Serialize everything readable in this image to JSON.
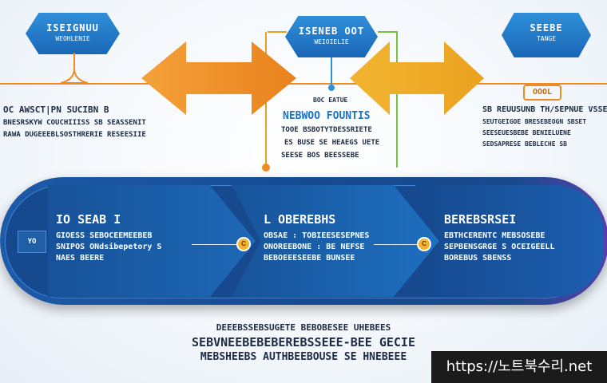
{
  "top_nodes": {
    "left": {
      "title": "ISEIGNUU",
      "sub": "WEOHLENIE"
    },
    "center": {
      "title": "ISENEB OOT",
      "sub": "WEIOIELIE"
    },
    "right": {
      "title": "SEEBE",
      "sub": "TANGE"
    }
  },
  "center_pin_label": "BOC EATUE",
  "left_block": {
    "lines": [
      "OC AWSCT|PN SUCIBN B",
      "BNESRSKYW COUCHIIISS SB SEASSENIT",
      "RAWA DUGEEEBLSOSTHRERIE RESEESIIE"
    ]
  },
  "center_block": {
    "title": "NEBWOO FOUNTIS",
    "lines": [
      "TOOE BSBOTYTDESSRIETE",
      "ES BUSE SE HEAEGS UETE",
      "SEESE BOS BEESSEBE"
    ]
  },
  "right_block": {
    "badge": "OOOL",
    "lines": [
      "SB REUUSUNB TH/SEPNUE VSSE",
      "SEUTGEIGOE BRESEBEOGN SBSET",
      "SEESEUESBEBE BENIELUENE",
      "SEDSAPRESE BEBLECHE SB"
    ]
  },
  "band": {
    "start_label": "YO",
    "segments": [
      {
        "title": "IO SEAB I",
        "lines": [
          "GIOESS SEBOCEEMEEBEB",
          "SNIPOS ONdsibepetory S",
          "NAES BEERE"
        ],
        "marker": "C"
      },
      {
        "title": "L OBEREBHS",
        "lines": [
          "OBSAE : TOBIEESESEPNES",
          "ONOREEBONE : BE NEFSE",
          "BEBOEEESEEBE BUNSEE"
        ],
        "marker": "C"
      },
      {
        "title": "BEREBSRSEI",
        "lines": [
          "EBTHCERENTC MEBSOSEBE",
          "SEPBENSGRGE S OCEIGEELL",
          "BOREBUS SBENSS"
        ]
      }
    ]
  },
  "footer": {
    "lines": [
      "DEEEBSSEBSUGETE BEBOBESEE UHEBEES",
      "SEBVNEEBEBEBEREBSSEEE-BEE GECIE",
      "MEBSHEEBS AUTHBEEBOUSE SE HNEBEEE"
    ]
  },
  "watermark": "https://노트북수리.net",
  "colors": {
    "orange": "#f08a24",
    "yellow": "#f2b531",
    "blue": "#1a67b8",
    "dark_blue": "#133e7c"
  }
}
